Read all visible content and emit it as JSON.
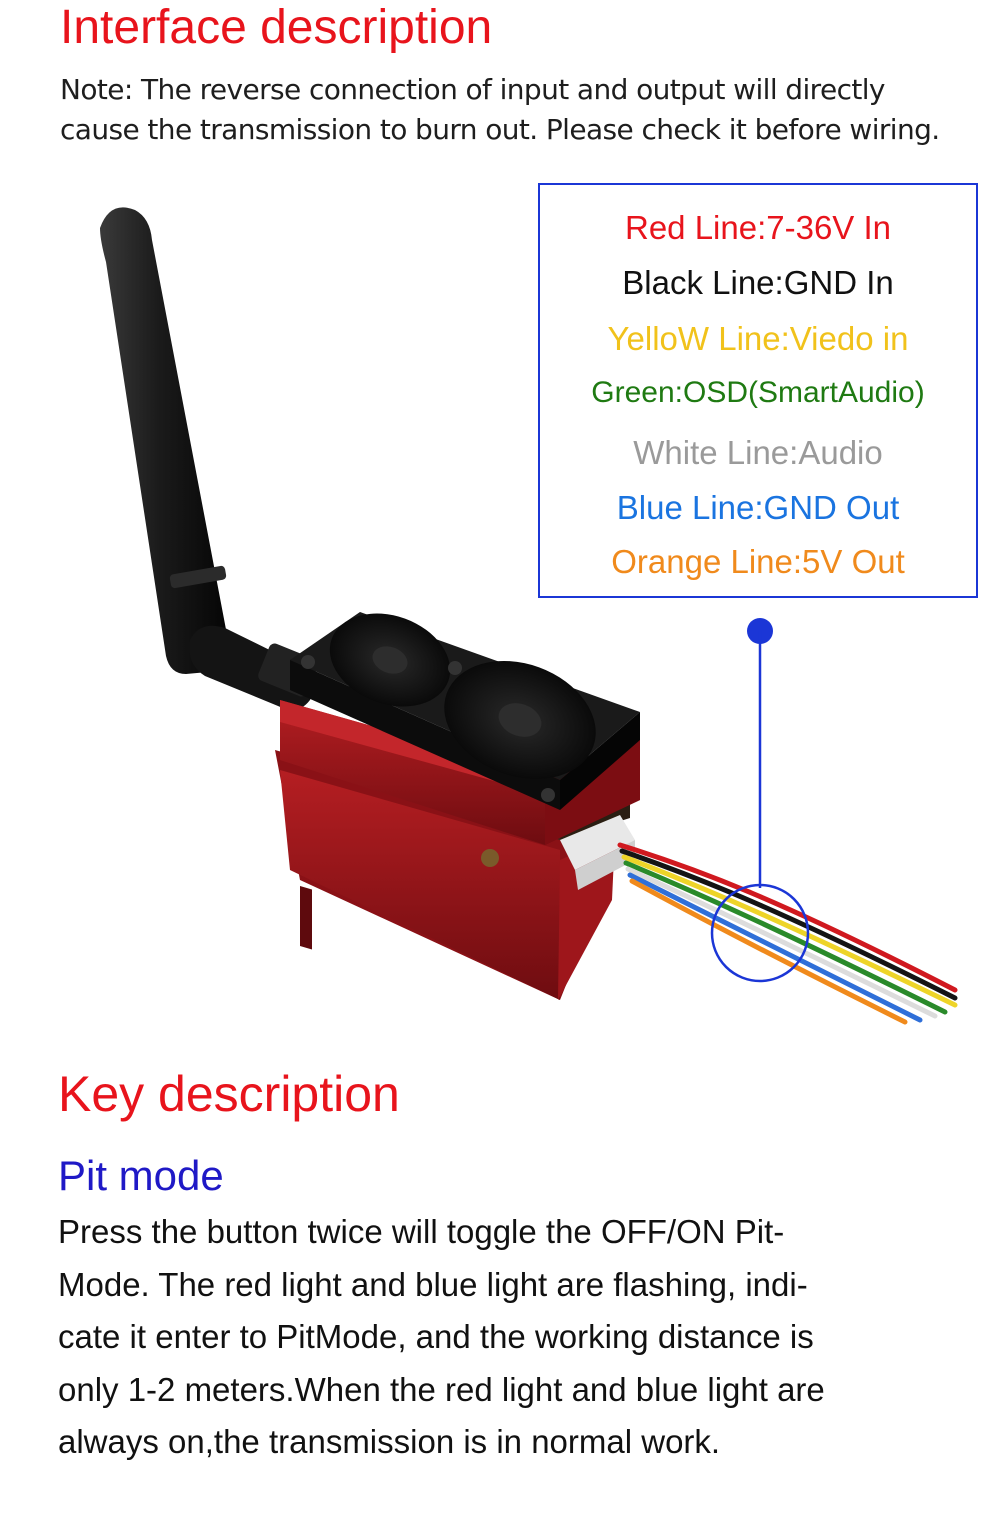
{
  "header": {
    "title": "Interface description",
    "note": "Note: The reverse connection of input and output will directly\ncause the transmission to burn out. Please check it before wiring."
  },
  "legend": {
    "border_color": "#1b36d6",
    "items": [
      {
        "label": "Red Line:7-36V In",
        "color": "#e8141c"
      },
      {
        "label": "Black Line:GND In",
        "color": "#111111"
      },
      {
        "label": "YelloW Line:Viedo in",
        "color": "#f1c21b"
      },
      {
        "label": "Green:OSD(SmartAudio)",
        "color": "#1f7a12"
      },
      {
        "label": "White Line:Audio",
        "color": "#9a9a9a"
      },
      {
        "label": "Blue Line:GND Out",
        "color": "#1a74e0"
      },
      {
        "label": "Orange Line:5V Out",
        "color": "#f08a1c"
      }
    ]
  },
  "product": {
    "image_icon": "video-transmitter-with-antenna-and-fans-icon",
    "callout_color": "#1b36d6"
  },
  "key_section": {
    "title": "Key description",
    "subtitle": "Pit mode",
    "body": "Press the button twice will toggle the OFF/ON Pit-\nMode. The red light and blue light are flashing, indi-\ncate it enter to PitMode, and the working distance is\nonly 1-2 meters.When the red light and blue light are\nalways on,the transmission is in normal work."
  }
}
